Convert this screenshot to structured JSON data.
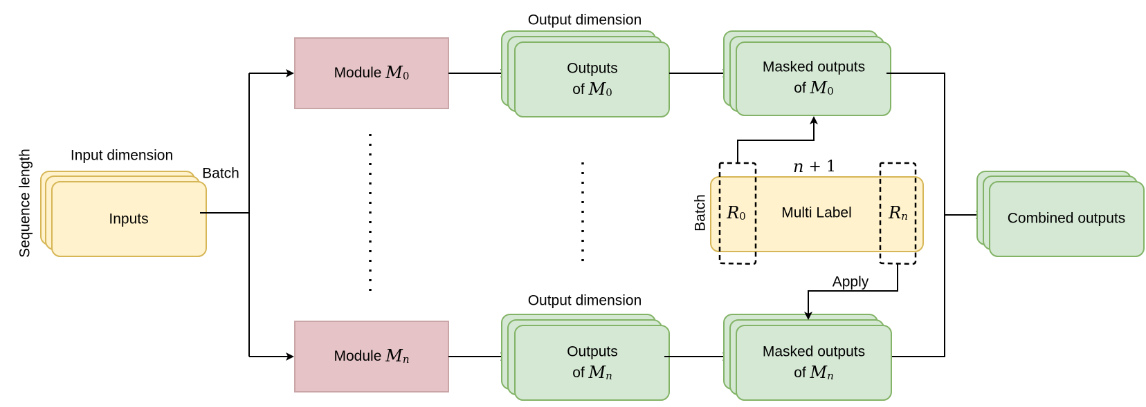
{
  "colors": {
    "input_fill": "#fff2cc",
    "input_stroke": "#d6b656",
    "output_fill": "#d5e8d4",
    "output_stroke": "#82b366",
    "module_fill": "#e6c3c6",
    "module_stroke": "#c9a5a8",
    "line": "#000000"
  },
  "labels": {
    "sequence_length": "Sequence length",
    "input_dimension": "Input dimension",
    "batch_input": "Batch",
    "inputs": "Inputs",
    "module_text": "Module",
    "output_dimension_top": "Output dimension",
    "output_dimension_bottom": "Output dimension",
    "outputs_line1": "Outputs",
    "outputs_of": "of",
    "masked_outputs_line1": "Masked outputs",
    "masked_of": "of",
    "multi_label": "Multi Label",
    "batch_label": "Batch",
    "apply": "Apply",
    "combined_outputs": "Combined outputs"
  },
  "math": {
    "M": "M",
    "R": "R",
    "sub_0": "0",
    "sub_n": "n",
    "n_plus_one": {
      "n": "n",
      "plus": " + ",
      "one": "1"
    }
  }
}
